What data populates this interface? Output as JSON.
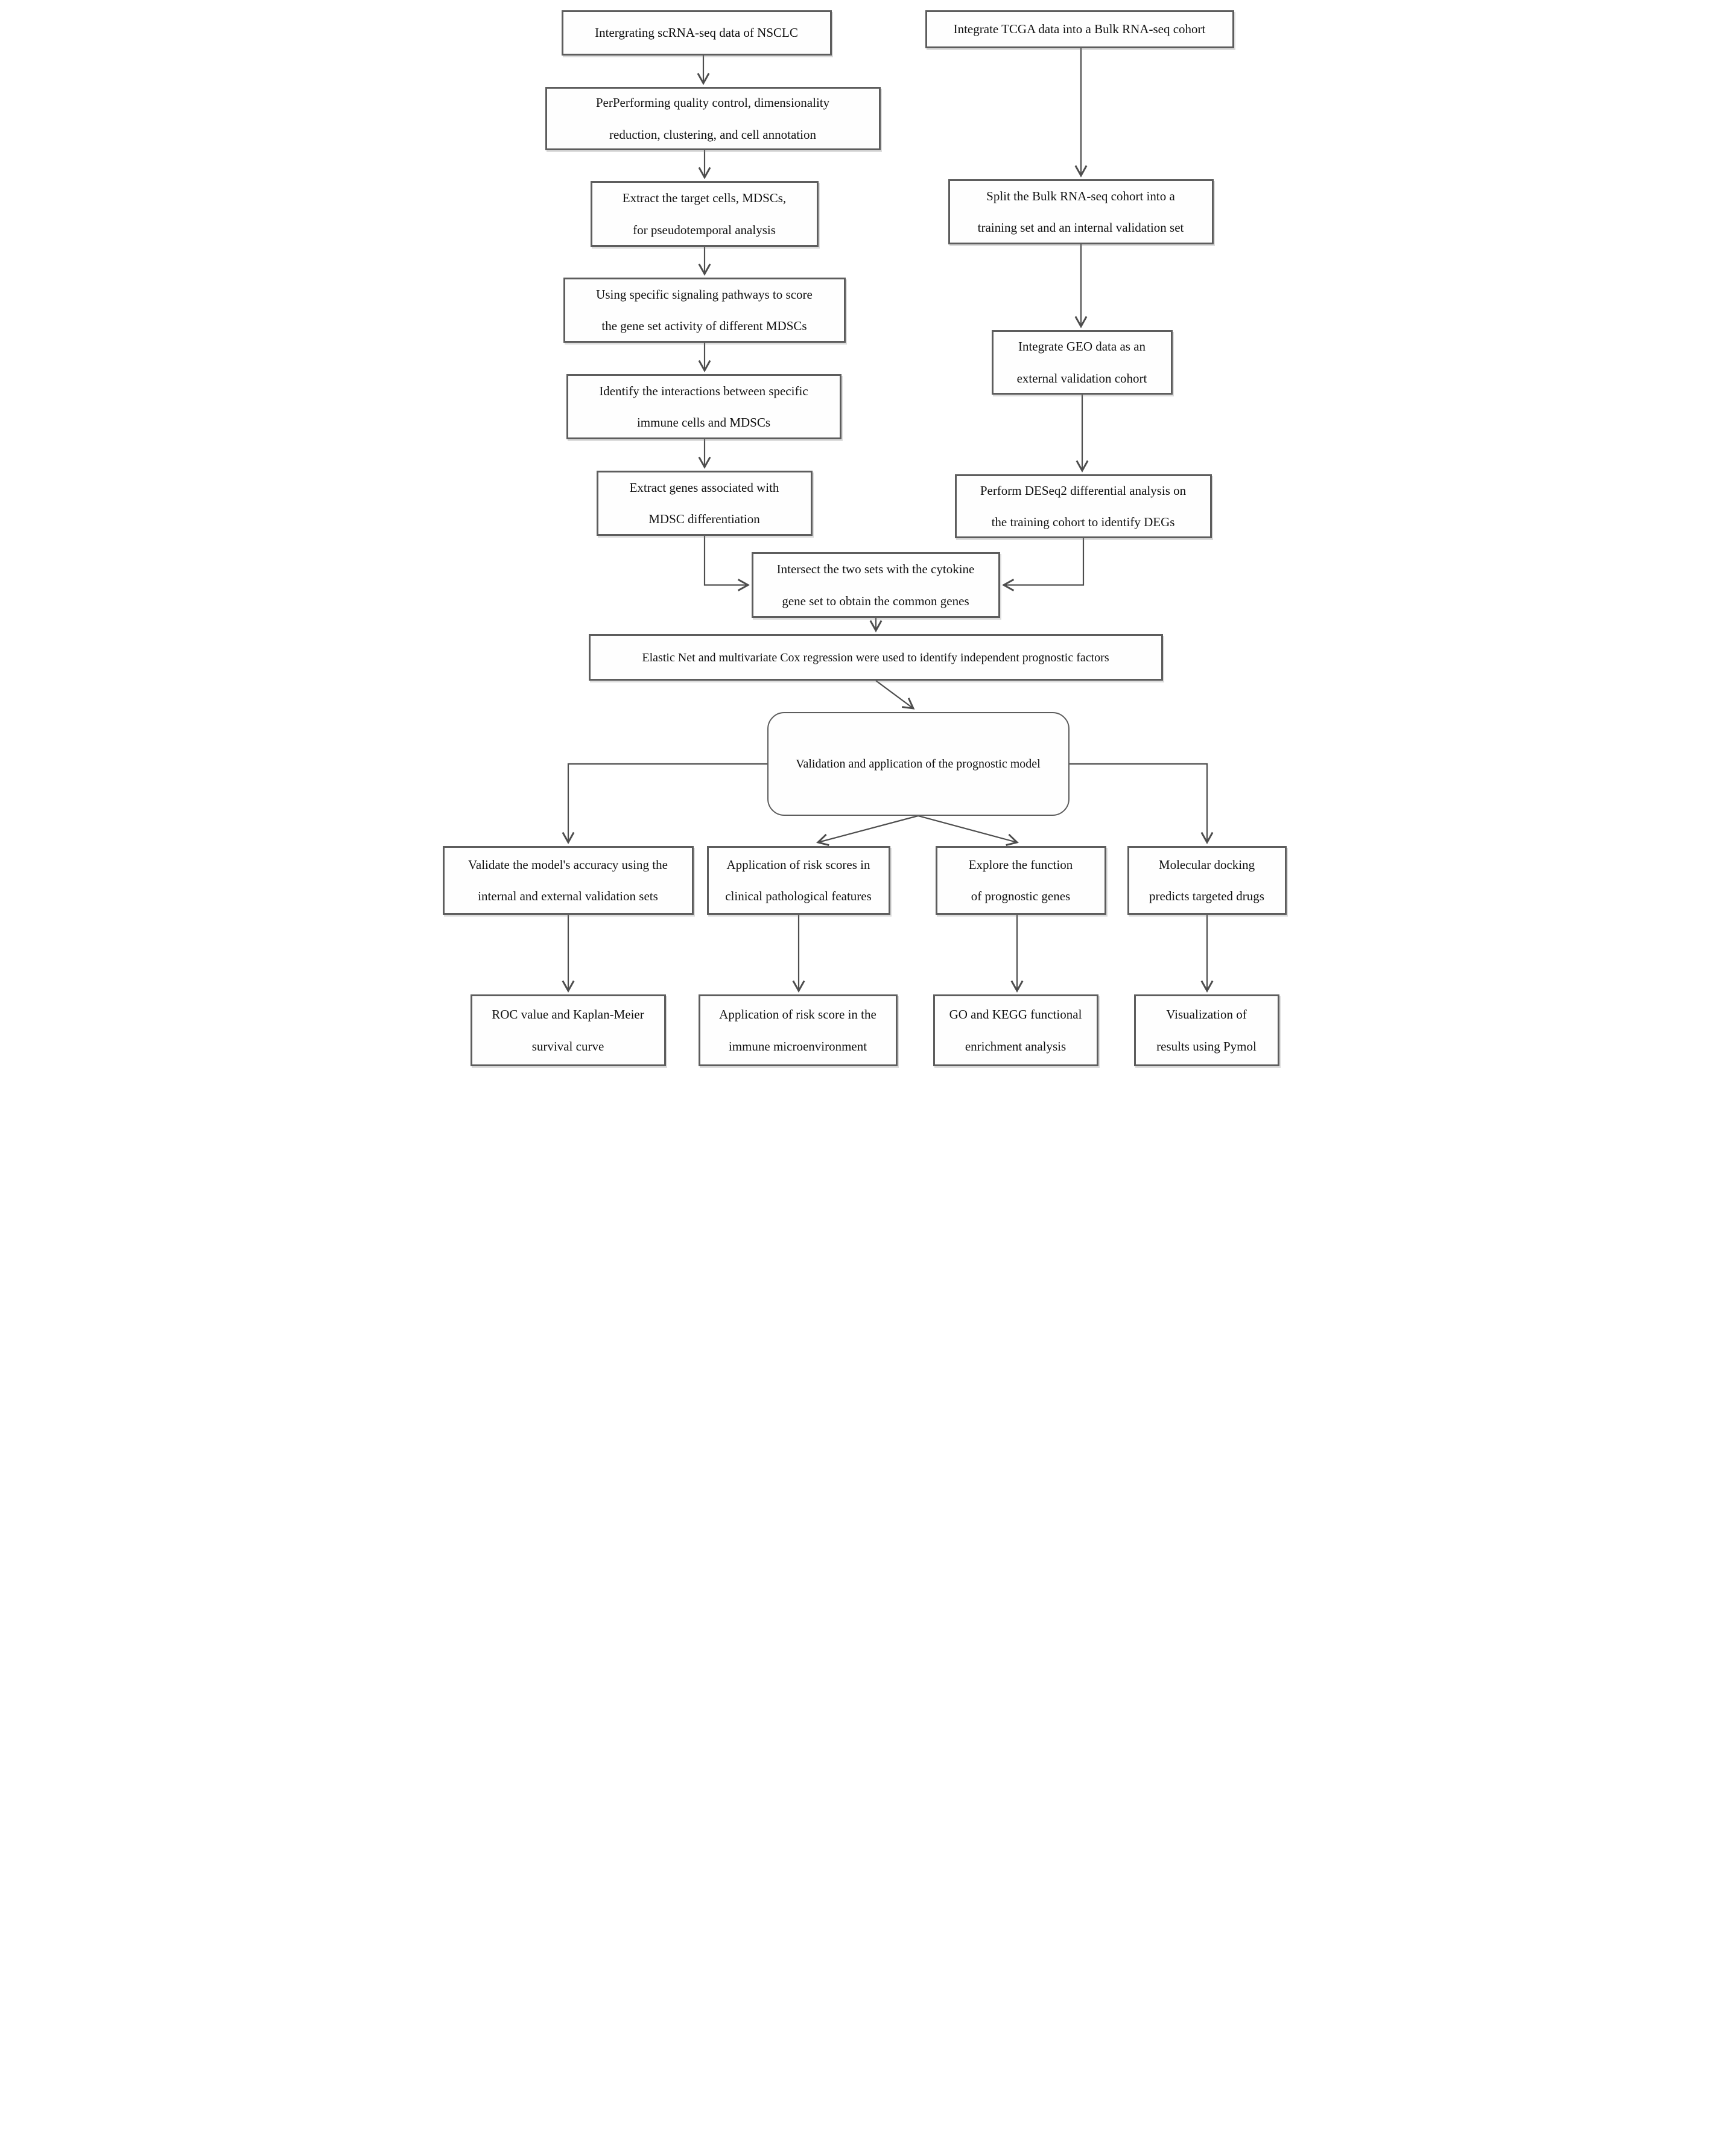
{
  "diagram": {
    "type": "flowchart",
    "nodes": {
      "integrate_scrna": "Intergrating scRNA-seq data of NSCLC",
      "qc_dimred": "PerPerforming quality control, dimensionality\nreduction, clustering, and cell annotation",
      "extract_mdsc": "Extract the target cells, MDSCs,\nfor pseudotemporal analysis",
      "pathway_score": "Using specific signaling pathways to score\nthe gene set activity of different MDSCs",
      "cell_interactions": "Identify the interactions between specific\nimmune cells and MDSCs",
      "extract_genes": "Extract genes associated with\nMDSC differentiation",
      "integrate_tcga": "Integrate TCGA data into a Bulk RNA-seq cohort",
      "split_cohort": "Split the Bulk RNA-seq cohort into a\ntraining set and an internal validation set",
      "integrate_geo": "Integrate GEO data as an\nexternal validation cohort",
      "deseq2": "Perform DESeq2 differential analysis on\nthe training cohort to identify DEGs",
      "intersect": "Intersect the two sets with the cytokine\ngene set to obtain the common genes",
      "elastic_net": "Elastic Net and multivariate Cox regression were used to identify independent prognostic factors",
      "validation_application": "Validation and application of the prognostic model",
      "validate_accuracy": "Validate the model's accuracy using the\ninternal and external validation sets",
      "risk_clinical": "Application of risk scores in\nclinical pathological features",
      "gene_function": "Explore the function\nof prognostic genes",
      "molecular_docking": "Molecular docking\npredicts targeted drugs",
      "roc_km": "ROC value and Kaplan-Meier\nsurvival curve",
      "risk_immune": "Application of risk score in the\nimmune microenvironment",
      "go_kegg": "GO and KEGG functional\nenrichment analysis",
      "pymol": "Visualization of\nresults using Pymol"
    },
    "edges": [
      {
        "from": "integrate_scrna",
        "to": "qc_dimred"
      },
      {
        "from": "qc_dimred",
        "to": "extract_mdsc"
      },
      {
        "from": "extract_mdsc",
        "to": "pathway_score"
      },
      {
        "from": "pathway_score",
        "to": "cell_interactions"
      },
      {
        "from": "cell_interactions",
        "to": "extract_genes"
      },
      {
        "from": "extract_genes",
        "to": "intersect"
      },
      {
        "from": "integrate_tcga",
        "to": "split_cohort"
      },
      {
        "from": "split_cohort",
        "to": "integrate_geo"
      },
      {
        "from": "integrate_geo",
        "to": "deseq2"
      },
      {
        "from": "deseq2",
        "to": "intersect"
      },
      {
        "from": "intersect",
        "to": "elastic_net"
      },
      {
        "from": "elastic_net",
        "to": "validation_application"
      },
      {
        "from": "validation_application",
        "to": "validate_accuracy"
      },
      {
        "from": "validation_application",
        "to": "risk_clinical"
      },
      {
        "from": "validation_application",
        "to": "gene_function"
      },
      {
        "from": "validation_application",
        "to": "molecular_docking"
      },
      {
        "from": "validate_accuracy",
        "to": "roc_km"
      },
      {
        "from": "risk_clinical",
        "to": "risk_immune"
      },
      {
        "from": "gene_function",
        "to": "go_kegg"
      },
      {
        "from": "molecular_docking",
        "to": "pymol"
      }
    ],
    "colors": {
      "box_border": "#5d5d5d",
      "arrow": "#4d4d4d",
      "text": "#111111",
      "background": "#ffffff"
    }
  }
}
